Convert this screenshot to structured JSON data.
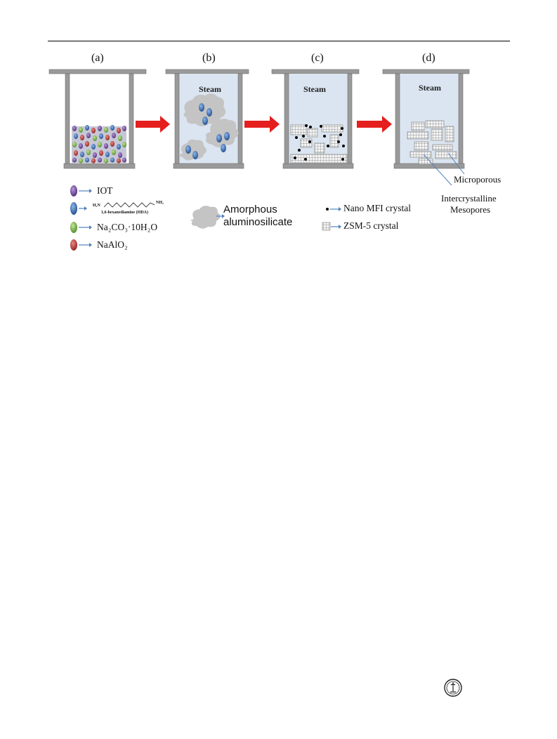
{
  "panels": [
    {
      "label": "(a)",
      "steam": ""
    },
    {
      "label": "(b)",
      "steam": "Steam"
    },
    {
      "label": "(c)",
      "steam": "Steam"
    },
    {
      "label": "(d)",
      "steam": "Steam"
    }
  ],
  "legend": {
    "iot": "IOT",
    "hda_left": "H₂N",
    "hda_right": "NH₂",
    "hda_caption": "1,6-hexanediamine (HDA)",
    "na2co3": "Na₂CO₃·10H₂O",
    "naalo2": "NaAlO₂",
    "amorphous_line1": "Amorphous",
    "amorphous_line2": "aluminosilicate",
    "nano_mfi": "Nano MFI crystal",
    "zsm5": "ZSM-5   crystal"
  },
  "annotations": {
    "microporous": "Microporous",
    "intercrystalline": "Intercrystalline",
    "mesopores": "Mesopores"
  },
  "colors": {
    "steam_fill": "#dbe5f1",
    "frame": "#8c8c8c",
    "arrow": "#e51e1e",
    "iot": "#6a3d9a",
    "hda": "#2a5fa8",
    "na2co3": "#7ab83c",
    "naalo2": "#c0302e",
    "amorphous": "#c4c4c4",
    "pointer": "#4f81bd"
  },
  "logo_icon": "journal-emblem-icon"
}
